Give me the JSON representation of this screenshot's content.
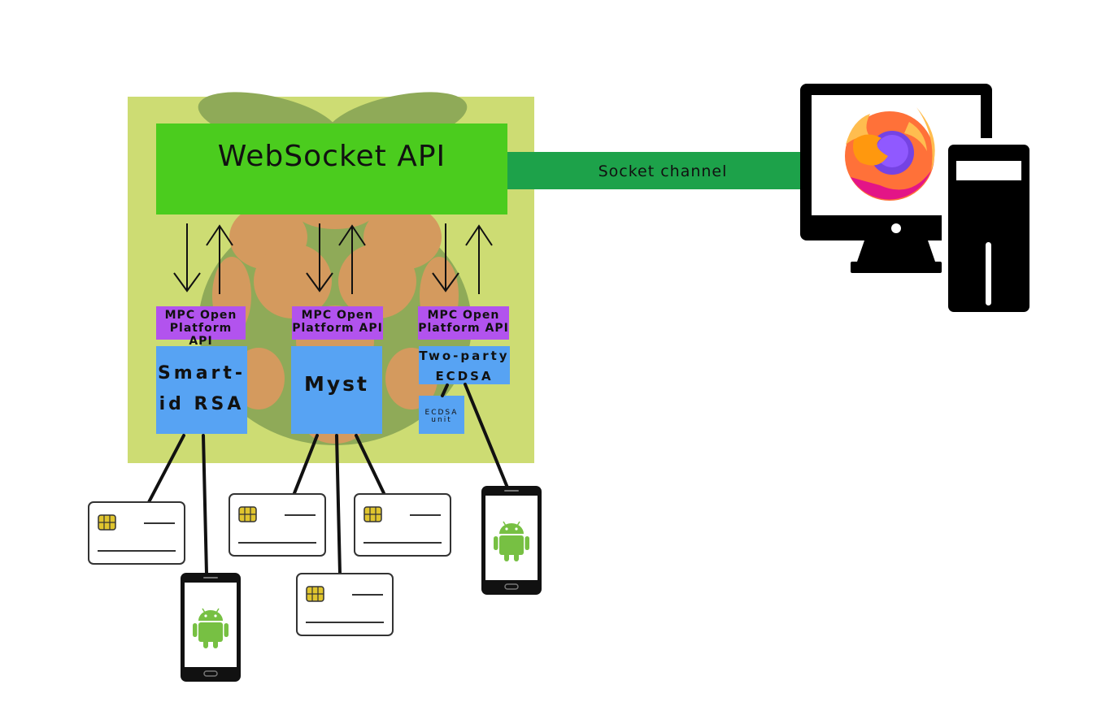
{
  "websocket_api": "WebSocket API",
  "socket_channel": "Socket channel",
  "mpc_api_label": "MPC Open\nPlatform API",
  "smart_id_rsa": "Smart-\nid RSA",
  "myst": "Myst",
  "two_party_ecdsa": "Two-party\nECDSA",
  "ecdsa_unit": "ECDSA\nunit",
  "colors": {
    "board_background": "#cddc73",
    "raspberry_leaf": "#8faa58",
    "raspberry_berry": "#d49a5e",
    "websocket_box": "#4bcc1e",
    "socket_channel": "#1da24a",
    "api_box": "#b253ee",
    "algorithm_box": "#57a3f3",
    "smartcard_chip": "#e0c52e",
    "android_green": "#77c043"
  },
  "icons": [
    "raspberry-pi-logo",
    "firefox-icon",
    "desktop-computer-icon",
    "smart-card-icon",
    "android-phone-icon"
  ]
}
